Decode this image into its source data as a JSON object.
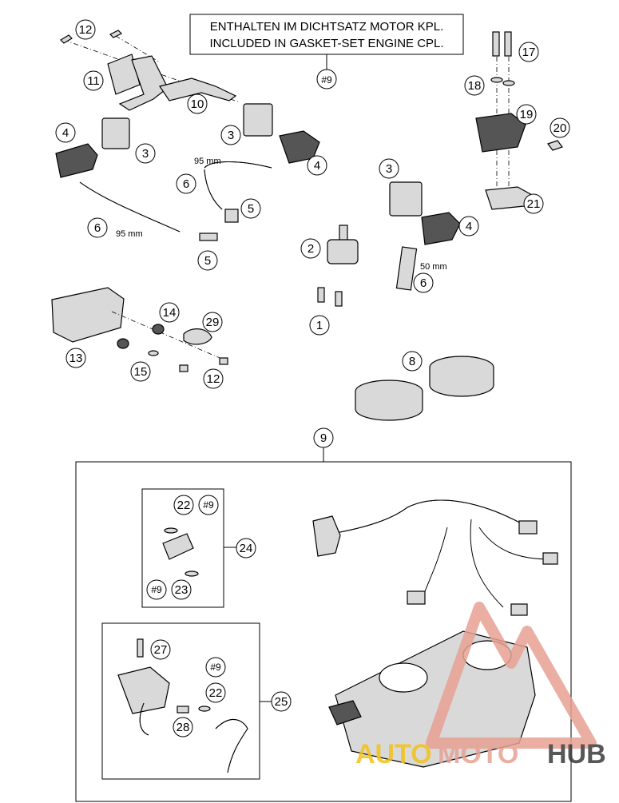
{
  "header": {
    "line1": "ENTHALTEN IM DICHTSATZ MOTOR KPL.",
    "line2": "INCLUDED IN GASKET-SET ENGINE CPL."
  },
  "callouts": {
    "c1": "1",
    "c2": "2",
    "c3a": "3",
    "c3b": "3",
    "c3c": "3",
    "c4a": "4",
    "c4b": "4",
    "c4c": "4",
    "c5a": "5",
    "c5b": "5",
    "c6a": "6",
    "c6b": "6",
    "c6c": "6",
    "c8": "8",
    "c9": "9",
    "c10": "10",
    "c11": "11",
    "c12a": "12",
    "c12b": "12",
    "c13": "13",
    "c14": "14",
    "c15": "15",
    "c17": "17",
    "c18": "18",
    "c19": "19",
    "c20": "20",
    "c21": "21",
    "c22a": "22",
    "c22b": "22",
    "c23": "23",
    "c24": "24",
    "c25": "25",
    "c27": "27",
    "c28": "28",
    "c29": "29",
    "h9a": "#9",
    "h9b": "#9",
    "h9c": "#9",
    "h9d": "#9"
  },
  "labels": {
    "hose_a": "95 mm",
    "hose_b": "95 mm",
    "hose_c": "50 mm"
  },
  "watermark": {
    "part1": "AUTO",
    "part2": "MOTO",
    "part3": "HUB",
    "color_a": "#f2c21c",
    "color_b": "#e8a093",
    "color_c": "#3a3a3a"
  }
}
